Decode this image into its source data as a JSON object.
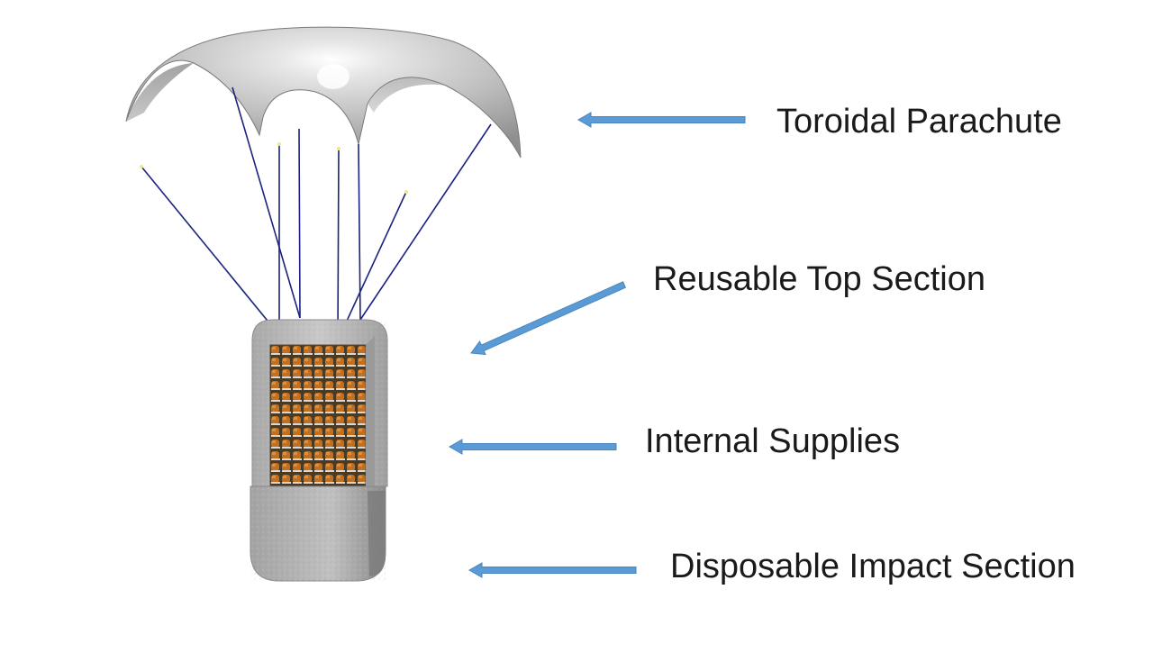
{
  "diagram": {
    "labels": [
      {
        "id": "toroidal-parachute",
        "text": "Toroidal Parachute"
      },
      {
        "id": "reusable-top-section",
        "text": "Reusable Top Section"
      },
      {
        "id": "internal-supplies",
        "text": "Internal Supplies"
      },
      {
        "id": "disposable-impact-section",
        "text": "Disposable Impact Section"
      }
    ],
    "colors": {
      "arrow": "#5b9bd5",
      "canopy": "#c8c8c8",
      "suspension_lines": "#1a237e",
      "container": "#bdbdbd",
      "supply_cans": "#b5651d"
    }
  }
}
